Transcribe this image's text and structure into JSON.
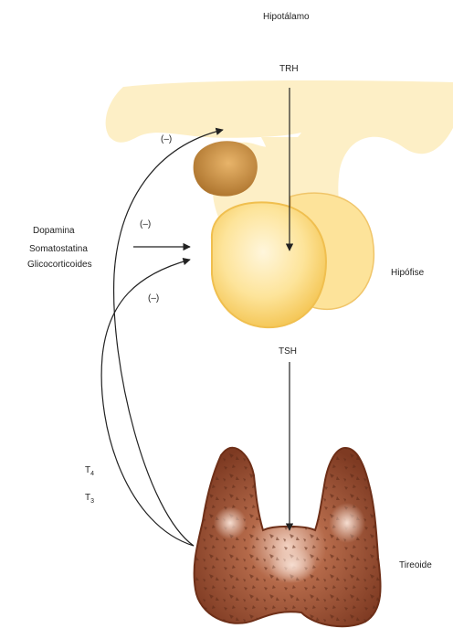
{
  "labels": {
    "hypothalamus": "Hipotálamo",
    "trh": "TRH",
    "pituitary": "Hipófise",
    "tsh": "TSH",
    "thyroid": "Tireoide",
    "inhibitors": [
      "Dopamina",
      "Somatostatina",
      "Glicocorticoides"
    ],
    "negative_feedback": [
      "(–)",
      "(–)",
      "(–)"
    ],
    "hormone_t4": "T",
    "hormone_t4_sub": "4",
    "hormone_t3": "T",
    "hormone_t3_sub": "3"
  },
  "colors": {
    "hypothalamus_fill": "#fdefc6",
    "pituitary_fill": "#fbd679",
    "pituitary_light": "#fff4d4",
    "posterior_lobe": "#c9924a",
    "thyroid_fill": "#8f4a2e",
    "thyroid_dark": "#5b2a18",
    "arrow": "#222222"
  }
}
